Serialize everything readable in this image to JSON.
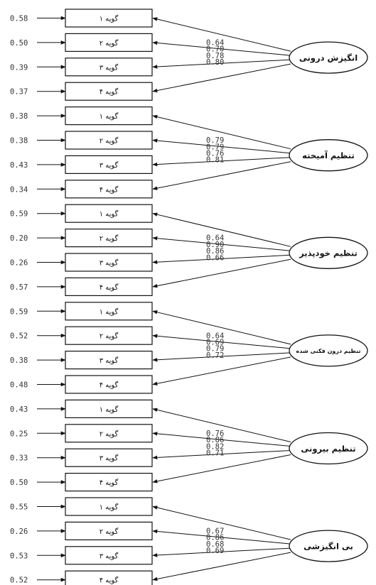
{
  "diagram": {
    "factors": [
      {
        "name": "انگیزش درونی",
        "items": [
          "گویه ۱",
          "گویه ۲",
          "گویه ۳",
          "گویه ۴"
        ],
        "errors": [
          "0.58",
          "0.50",
          "0.39",
          "0.37"
        ],
        "loadings": [
          "0.64",
          "0.70",
          "0.78",
          "0.80"
        ]
      },
      {
        "name": "تنظیم آمیخته",
        "items": [
          "گویه ۱",
          "گویه ۲",
          "گویه ۳",
          "گویه ۴"
        ],
        "errors": [
          "0.38",
          "0.38",
          "0.43",
          "0.34"
        ],
        "loadings": [
          "0.79",
          "0.79",
          "0.76",
          "0.81"
        ]
      },
      {
        "name": "تنظیم خودپذیر",
        "items": [
          "گویه ۱",
          "گویه ۲",
          "گویه ۳",
          "گویه ۴"
        ],
        "errors": [
          "0.59",
          "0.20",
          "0.26",
          "0.57"
        ],
        "loadings": [
          "0.64",
          "0.90",
          "0.86",
          "0.66"
        ]
      },
      {
        "name": "تنظیم درون فکنی شده",
        "items": [
          "گویه ۱",
          "گویه ۲",
          "گویه ۳",
          "گویه ۴"
        ],
        "errors": [
          "0.59",
          "0.52",
          "0.38",
          "0.48"
        ],
        "loadings": [
          "0.64",
          "0.69",
          "0.79",
          "0.72"
        ]
      },
      {
        "name": "تنظیم بیرونی",
        "items": [
          "گویه ۱",
          "گویه ۲",
          "گویه ۳",
          "گویه ۴"
        ],
        "errors": [
          "0.43",
          "0.25",
          "0.33",
          "0.50"
        ],
        "loadings": [
          "0.76",
          "0.86",
          "0.82",
          "0.71"
        ]
      },
      {
        "name": "بی انگیزشی",
        "items": [
          "گویه ۱",
          "گویه ۲",
          "گویه ۳",
          "گویه ۴"
        ],
        "errors": [
          "0.55",
          "0.26",
          "0.53",
          "0.52"
        ],
        "loadings": [
          "0.67",
          "0.86",
          "0.68",
          "0.69"
        ]
      }
    ]
  }
}
